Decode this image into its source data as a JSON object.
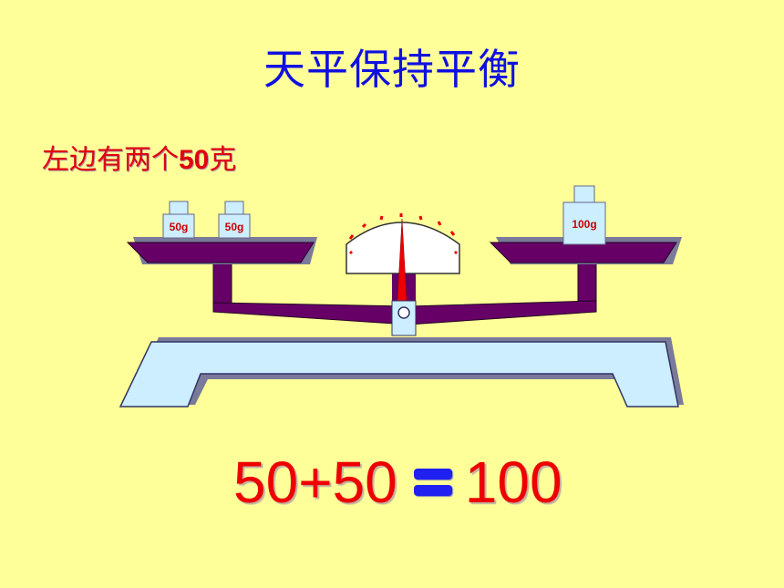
{
  "title": "天平保持平衡",
  "subtitle": {
    "prefix": "左边有两个",
    "number": "50",
    "suffix": "克"
  },
  "weights": {
    "left_1": "50g",
    "left_2": "50g",
    "right": "100g"
  },
  "equation": {
    "left": "50+50",
    "right": "100"
  },
  "colors": {
    "background": "#FFFF99",
    "title": "#1010E0",
    "text_red": "#E00010",
    "beam": "#660066",
    "base": "#CCEEFF"
  }
}
